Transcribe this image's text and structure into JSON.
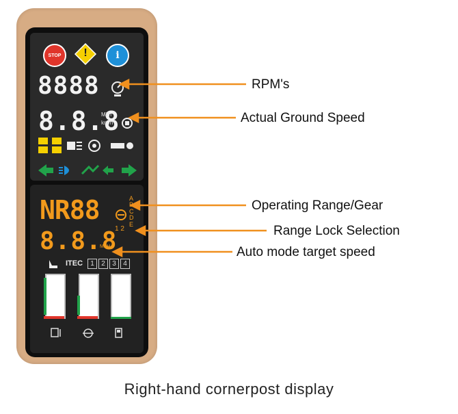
{
  "display": {
    "rpm_digits": "8888",
    "speed_digits": "8.8.8",
    "speed_units": [
      "Mi/h",
      "km/h"
    ],
    "gear_digits": "NR88",
    "range_letters": [
      "A",
      "B",
      "C",
      "D",
      "E"
    ],
    "range_numbers": "1 2",
    "target_digits": "8.8.8",
    "target_units": "MPH",
    "itec_label": "ITEC",
    "itec_numbers": [
      "1",
      "2",
      "3",
      "4"
    ],
    "stop_text": "STOP",
    "warning_text": "!",
    "info_text": "i"
  },
  "callouts": [
    {
      "label": "RPM's"
    },
    {
      "label": "Actual Ground Speed"
    },
    {
      "label": "Operating Range/Gear"
    },
    {
      "label": "Range Lock Selection"
    },
    {
      "label": "Auto mode target speed"
    }
  ],
  "caption": "Right-hand cornerpost display",
  "colors": {
    "bezel": "#d7ac84",
    "arrow": "#f0901e",
    "segment_white": "#f2f2f2",
    "segment_orange": "#f29a1c",
    "stop_red": "#e0352b",
    "warn_yellow": "#f5d000",
    "info_blue": "#1e90d8",
    "indicator_green": "#21a34a"
  }
}
